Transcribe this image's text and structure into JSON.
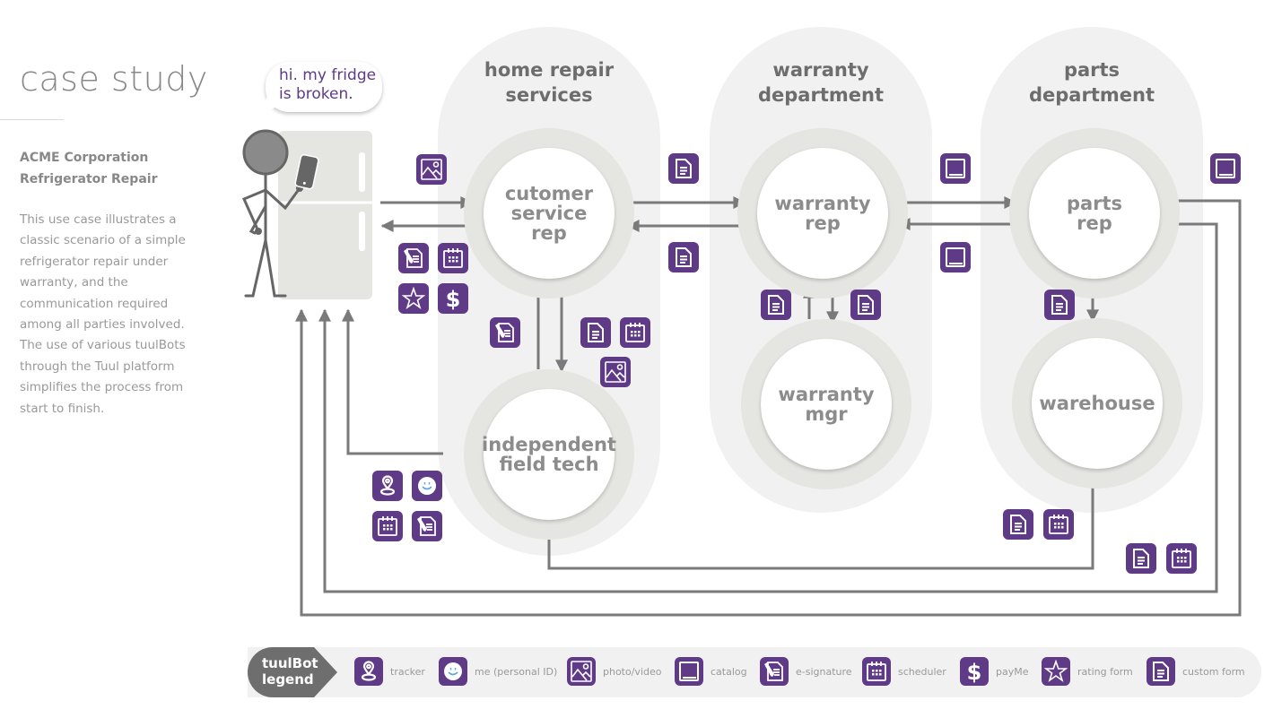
{
  "sidebar": {
    "title": "case study",
    "subtitle_line1": "ACME Corporation",
    "subtitle_line2": "Refrigerator Repair",
    "description": "This use case illustrates a classic scenario of a simple refrigerator repair under warranty, and the communication required among all parties involved. The use of various tuulBots through the Tuul platform simplifies the process from start to finish."
  },
  "speech_bubble": {
    "line1": "hi. my fridge",
    "line2": "is broken."
  },
  "columns": [
    {
      "line1": "home repair",
      "line2": "services"
    },
    {
      "line1": "warranty",
      "line2": "department"
    },
    {
      "line1": "parts",
      "line2": "department"
    }
  ],
  "nodes": {
    "customer_service_rep": {
      "line1": "cutomer",
      "line2": "service",
      "line3": "rep"
    },
    "independent_field_tech": {
      "line1": "independent",
      "line2": "field tech"
    },
    "warranty_rep": {
      "line1": "warranty",
      "line2": "rep"
    },
    "warranty_mgr": {
      "line1": "warranty",
      "line2": "mgr"
    },
    "parts_rep": {
      "line1": "parts",
      "line2": "rep"
    },
    "warehouse": {
      "line1": "warehouse"
    }
  },
  "edge_icons": {
    "customer_to_csr": [
      "photo-video"
    ],
    "csr_to_customer": [
      "e-signature",
      "scheduler",
      "rating-form",
      "payme"
    ],
    "tech_to_csr": [
      "e-signature"
    ],
    "csr_to_tech": [
      "custom-form",
      "scheduler",
      "photo-video"
    ],
    "tech_to_customer": [
      "tracker",
      "me-personal-id",
      "scheduler",
      "e-signature"
    ],
    "csr_to_warranty": [
      "custom-form"
    ],
    "warranty_to_csr": [
      "custom-form"
    ],
    "warranty_rep_mgr": [
      "custom-form",
      "custom-form"
    ],
    "warranty_to_parts": [
      "catalog"
    ],
    "parts_to_warranty": [
      "catalog"
    ],
    "parts_to_warehouse": [
      "custom-form"
    ],
    "warehouse_to_tech": [
      "custom-form",
      "scheduler"
    ],
    "parts_to_customer": [
      "catalog",
      "custom-form",
      "scheduler"
    ]
  },
  "legend": {
    "title_line1": "tuulBot",
    "title_line2": "legend",
    "items": [
      {
        "icon": "tracker",
        "label": "tracker"
      },
      {
        "icon": "me-personal-id",
        "label": "me (personal ID)"
      },
      {
        "icon": "photo-video",
        "label": "photo/video"
      },
      {
        "icon": "catalog",
        "label": "catalog"
      },
      {
        "icon": "e-signature",
        "label": "e-signature"
      },
      {
        "icon": "scheduler",
        "label": "scheduler"
      },
      {
        "icon": "payme",
        "label": "payMe"
      },
      {
        "icon": "rating-form",
        "label": "rating form"
      },
      {
        "icon": "custom-form",
        "label": "custom form"
      }
    ]
  },
  "colors": {
    "accent": "#5e3a87",
    "line": "#7a7a7a",
    "column_bg": "#f1f1f1",
    "ring": "#e5e5e2",
    "node_text": "#8c8c8c"
  }
}
